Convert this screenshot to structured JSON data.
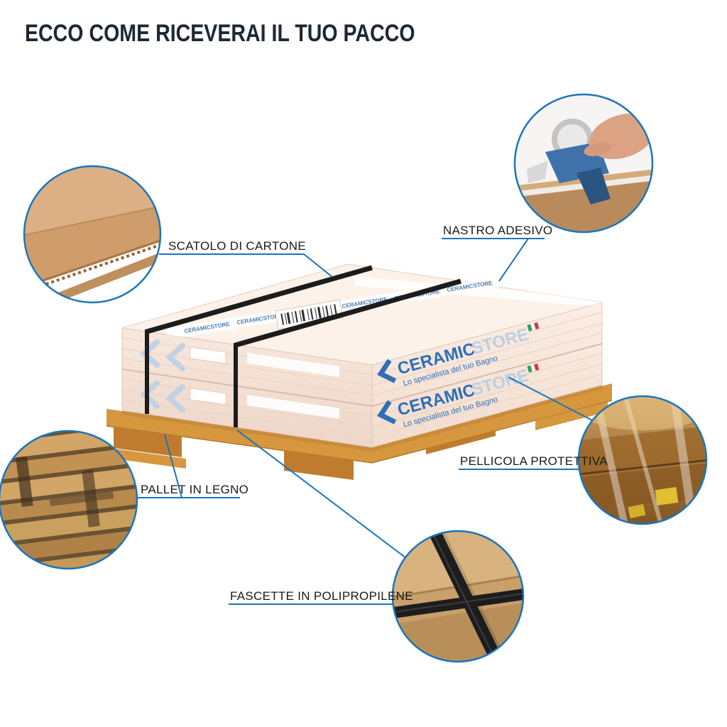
{
  "title": "ECCO COME RICEVERAI IL TUO PACCO",
  "callouts": {
    "scatolo": {
      "label": "SCATOLO DI CARTONE",
      "photo": "cardboard-box-corner-closeup"
    },
    "nastro": {
      "label": "NASTRO ADESIVO",
      "photo": "tape-dispenser-sealing-box"
    },
    "pellicola": {
      "label": "PELLICOLA PROTETTIVA",
      "photo": "shrink-wrap-film-on-boxes"
    },
    "pallet": {
      "label": "PALLET IN LEGNO",
      "photo": "wooden-pallet-boards-closeup"
    },
    "fascette": {
      "label": "FASCETTE IN POLIPROPILENE",
      "photo": "black-strapping-bands-on-package"
    }
  },
  "package": {
    "brand": "CERAMIC",
    "brand_suffix": "STORE",
    "brand_tagline": "Lo specialista del tuo Bagno",
    "tape_text": "CERAMICSTORE"
  },
  "colors": {
    "accent_blue": "#1b75bb",
    "brand_blue": "#2e6fb7",
    "brand_light_blue": "#bcd0e2",
    "box_face": "#f9ece3",
    "cardboard_tan": "#c9996a",
    "pallet_wood": "#d6973f",
    "strap_black": "#1c1c1c"
  }
}
